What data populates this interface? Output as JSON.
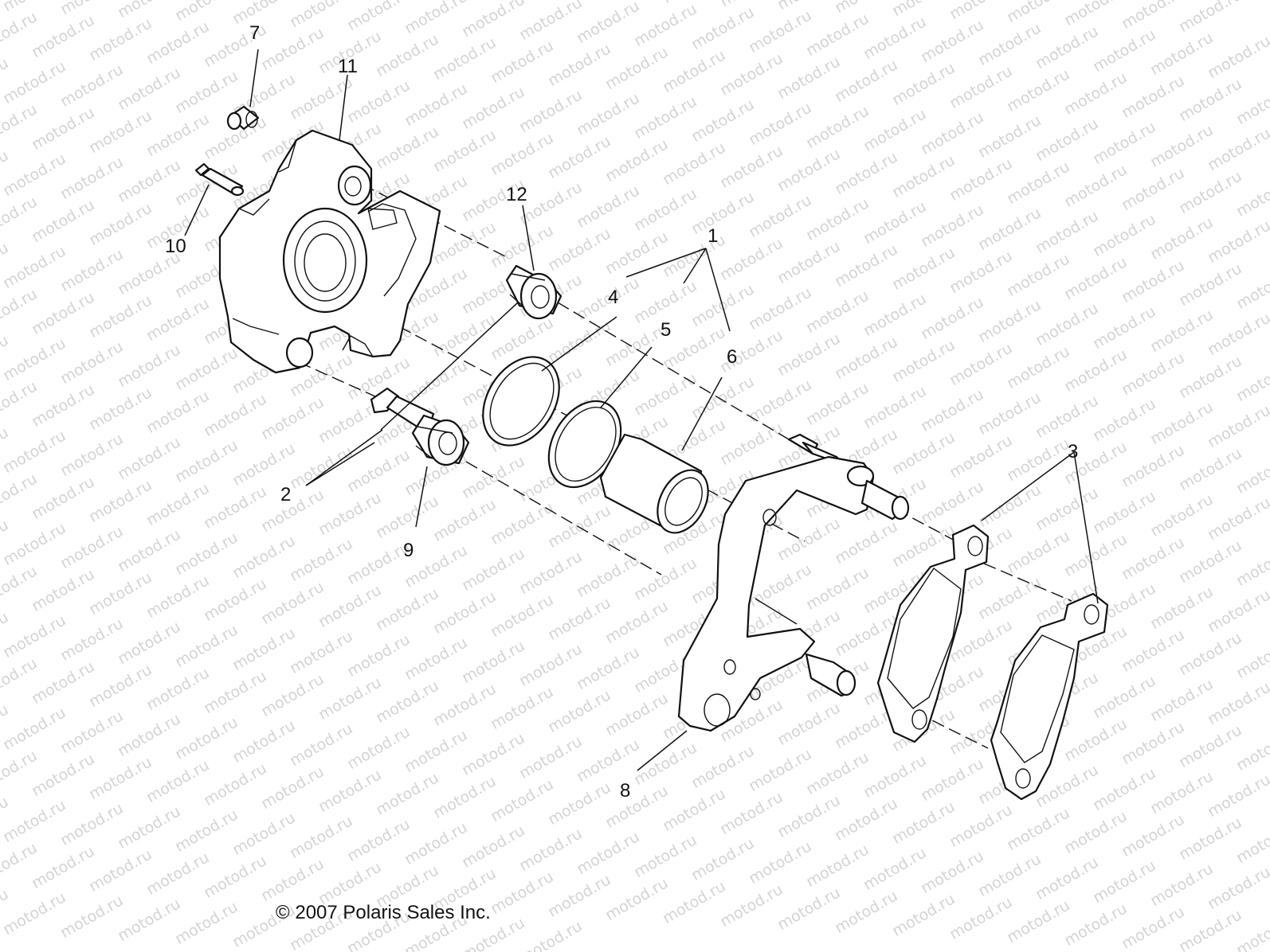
{
  "watermark": {
    "text": "motod.ru"
  },
  "callouts": [
    {
      "id": "1",
      "label": "1"
    },
    {
      "id": "2",
      "label": "2"
    },
    {
      "id": "3",
      "label": "3"
    },
    {
      "id": "4",
      "label": "4"
    },
    {
      "id": "5",
      "label": "5"
    },
    {
      "id": "6",
      "label": "6"
    },
    {
      "id": "7",
      "label": "7"
    },
    {
      "id": "8",
      "label": "8"
    },
    {
      "id": "9",
      "label": "9"
    },
    {
      "id": "10",
      "label": "10"
    },
    {
      "id": "11",
      "label": "11"
    },
    {
      "id": "12",
      "label": "12"
    }
  ],
  "copyright": "© 2007 Polaris Sales Inc."
}
